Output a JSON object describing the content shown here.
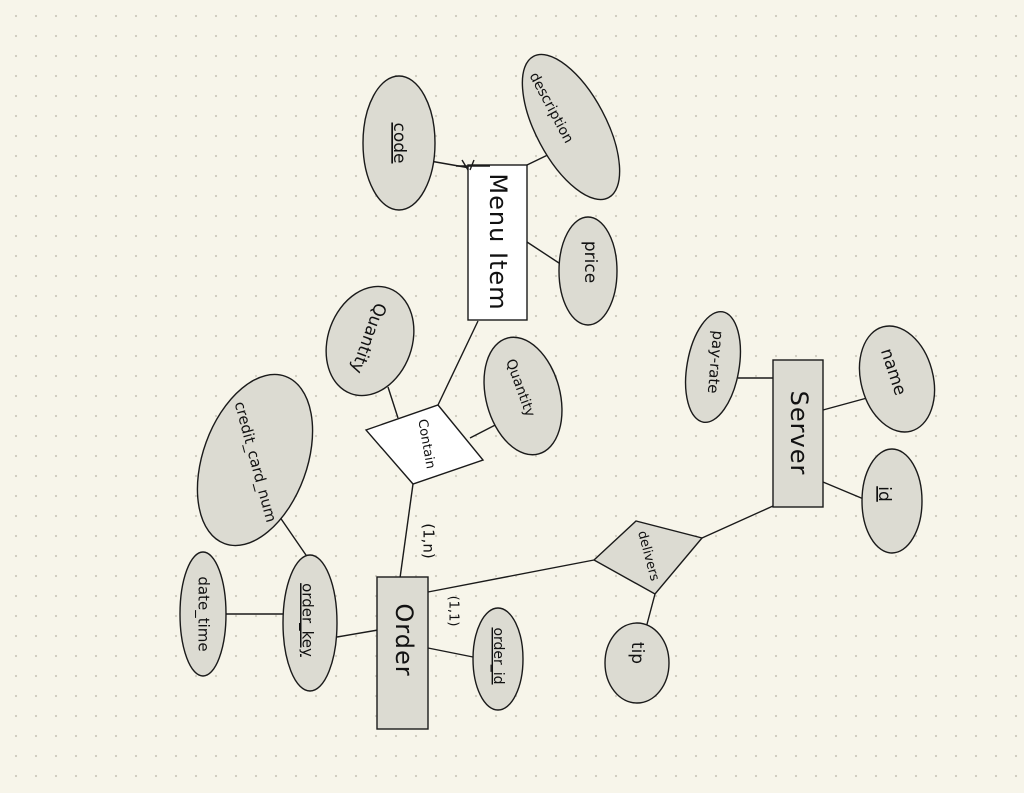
{
  "entities": {
    "menu_item": "Menu Item",
    "server": "Server",
    "order": "Order"
  },
  "relationships": {
    "contain": "Contain",
    "delivers": "delivers"
  },
  "attributes": {
    "code": "code",
    "description": "description",
    "price": "price",
    "quantity_left": "Quantity",
    "quantity_right": "Quantity",
    "pay_rate": "pay-rate",
    "name": "name",
    "id": "id",
    "credit_card_num": "credit_card_num",
    "date_time": "date_time",
    "order_key": "order_key",
    "order_id": "order_id",
    "tip": "tip"
  },
  "cardinalities": {
    "contain_order": "(1,n)",
    "order_delivers": "(1,1)"
  },
  "colors": {
    "background": "#f7f5ea",
    "shape_fill": "#dcdbd2",
    "stroke": "#1a1a1a"
  }
}
